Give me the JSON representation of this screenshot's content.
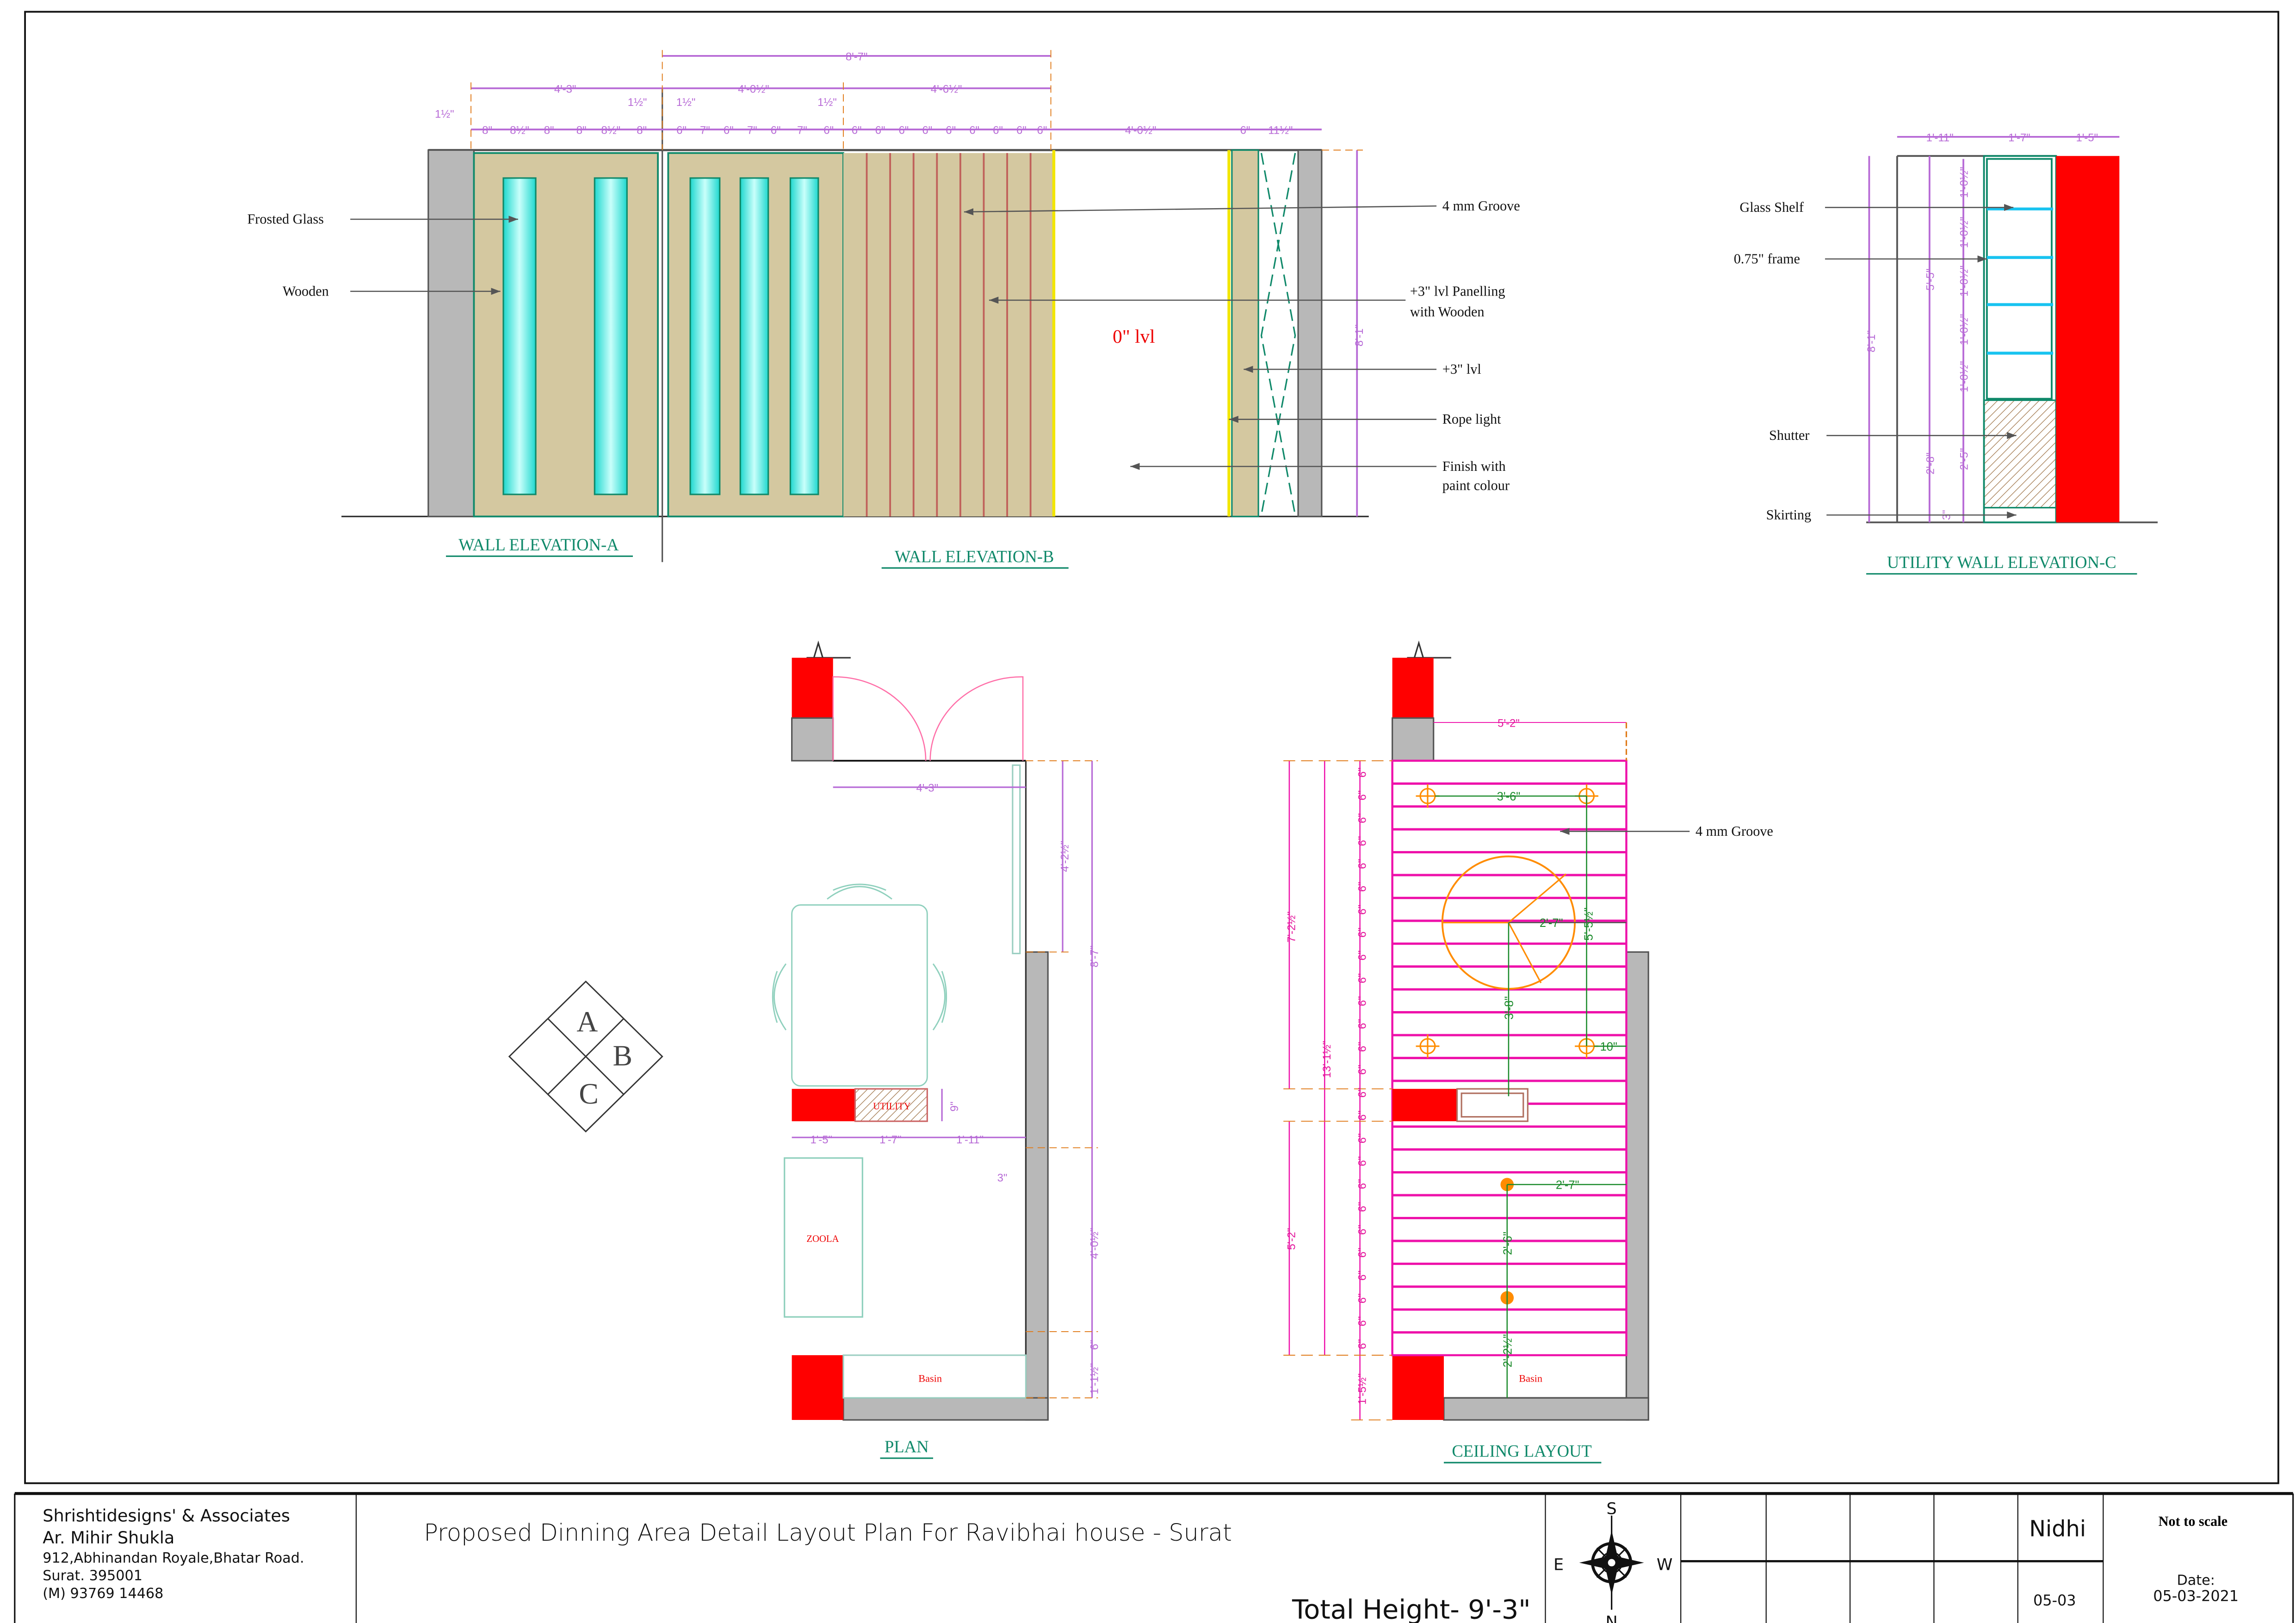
{
  "colors": {
    "wall_gray": "#b8b8b8",
    "brick_red": "#ff0000",
    "panel_tan": "#d4c8a0",
    "glass_cyan": "#3ff0e8",
    "dimension_purple": "#b76ad6",
    "ceiling_magenta": "#ee11aa",
    "caption_green": "#10896a",
    "light_orange": "#ff8c00"
  },
  "elevation_ab": {
    "caption_a": "WALL ELEVATION-A",
    "caption_b": "WALL ELEVATION-B",
    "level_text": "0\" lvl",
    "callouts": {
      "frosted_glass": "Frosted Glass",
      "wooden": "Wooden",
      "groove": "4 mm Groove",
      "panelling_1": "+3\" lvl Panelling",
      "panelling_2": "with Wooden",
      "plus3": "+3\" lvl",
      "rope_light": "Rope light",
      "finish_1": "Finish with",
      "finish_2": "paint colour"
    },
    "dims": {
      "overall": "8'-7\"",
      "a_width": "4'-3\"",
      "b1_width": "4'-0½\"",
      "b2_width": "4'-6½\"",
      "right_width": "4'-0½\"",
      "right_6": "6\"",
      "right_11": "11½\"",
      "height": "8'-1\"",
      "gap": "1½\""
    },
    "segment_dims": [
      "8\"",
      "8½\"",
      "8\"",
      "8\"",
      "8½\"",
      "8\"",
      "6\"",
      "7\"",
      "6\"",
      "7\"",
      "6\"",
      "7\"",
      "6\"",
      "6\"",
      "6\"",
      "6\"",
      "6\"",
      "6\"",
      "6\"",
      "6\"",
      "6\"",
      "6\""
    ]
  },
  "elevation_c": {
    "caption": "UTILITY WALL ELEVATION-C",
    "callouts": {
      "glass_shelf": "Glass Shelf",
      "frame": "0.75\" frame",
      "shutter": "Shutter",
      "skirting": "Skirting"
    },
    "dims": {
      "w1": "1'-11\"",
      "w2": "1'-7\"",
      "w3": "1'-5\"",
      "h_total": "8'-1\"",
      "h_upper": "5'-5\"",
      "h_lower": "2'-8\"",
      "h_shutter": "2'-5\"",
      "h_skirting": "3\"",
      "shelf_spacing": "1'-0½\""
    }
  },
  "plan": {
    "caption": "PLAN",
    "utility_label": "UTILITY",
    "zoola_label": "ZOOLA",
    "basin_label": "Basin",
    "dims": {
      "door": "4'-3\"",
      "upper": "4'-2½\"",
      "total": "8'-7\"",
      "u1": "1'-5\"",
      "u2": "1'-7\"",
      "u3": "1'-11\"",
      "u_depth": "9\"",
      "gap": "3\"",
      "lower": "4'-0½\"",
      "six": "6\"",
      "basin": "1'-1½\""
    }
  },
  "key_plan": {
    "a": "A",
    "b": "B",
    "c": "C"
  },
  "ceiling": {
    "caption": "CEILING LAYOUT",
    "groove_label": "4 mm Groove",
    "basin_label": "Basin",
    "dims": {
      "width": "5'-2\"",
      "lights": "3'-6\"",
      "radius": "2'-7\"",
      "light_v": "5'-5½\"",
      "circle_v": "3'-8\"",
      "light_off": "10\"",
      "spot_h": "2'-7\"",
      "spot_v": "2'-6\"",
      "spot_low": "2'-2½\"",
      "left_top": "7'-2½\"",
      "left_total": "13'-1½\"",
      "left_low": "5'-2\"",
      "left_bottom": "1'-5½\"",
      "strip": "6\""
    }
  },
  "title_block": {
    "firm": "Shrishtidesigns' & Associates",
    "architect": "Ar. Mihir Shukla",
    "address1": "912,Abhinandan Royale,Bhatar Road.",
    "address2": "Surat. 395001",
    "phone": "(M) 93769 14468",
    "title": "Proposed Dinning Area Detail Layout Plan For Ravibhai house - Surat",
    "total_height": "Total Height- 9'-3\"",
    "compass": {
      "s": "S",
      "e": "E",
      "w": "W",
      "n": "N"
    },
    "drawn_by": "Nidhi",
    "sheet": "05-03",
    "scale": "Not  to scale",
    "date_label": "Date:",
    "date": "05-03-2021"
  }
}
